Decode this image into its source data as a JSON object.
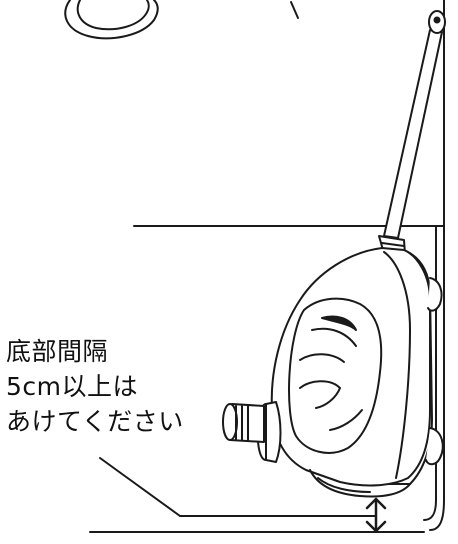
{
  "instruction": {
    "line1": "底部間隔",
    "line2": "5cm以上は",
    "line3": "あけてください"
  },
  "colors": {
    "stroke": "#1a1a1a",
    "background": "#ffffff"
  },
  "icons": {
    "clearance": "double-arrow-icon"
  }
}
